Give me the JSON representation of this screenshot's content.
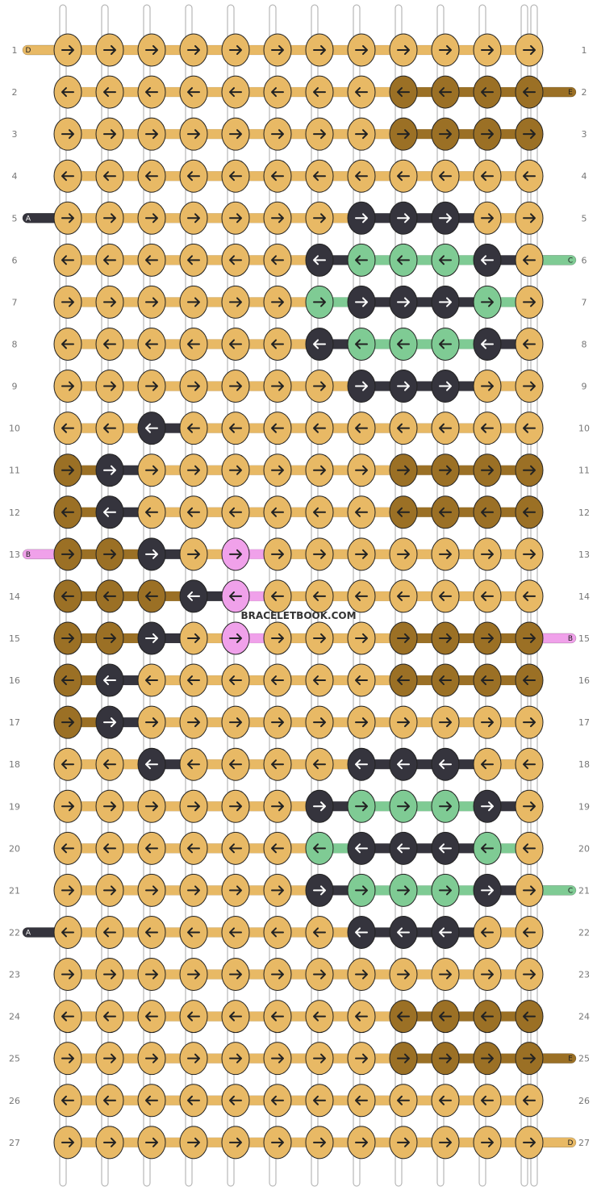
{
  "site": {
    "watermark": "BRACELETBOOK.COM"
  },
  "colors": {
    "bg": "#ffffff",
    "A": "#35343d",
    "B": "#f0a1ea",
    "C": "#7fcb94",
    "D": "#e8b965",
    "E": "#9b7025",
    "knot_stroke": "#222222",
    "arrow": "#222222",
    "string": "#ffffff",
    "string_stroke": "#aaaaaa",
    "label": "#777777"
  },
  "pattern": {
    "rows": 27,
    "knots_per_row": 12,
    "row_labels": [
      "1",
      "2",
      "3",
      "4",
      "5",
      "6",
      "7",
      "8",
      "9",
      "10",
      "11",
      "12",
      "13",
      "14",
      "15",
      "16",
      "17",
      "18",
      "19",
      "20",
      "21",
      "22",
      "23",
      "24",
      "25",
      "26",
      "27"
    ],
    "row_direction": [
      "R",
      "L",
      "R",
      "L",
      "R",
      "L",
      "R",
      "L",
      "R",
      "L",
      "R",
      "L",
      "R",
      "L",
      "R",
      "L",
      "R",
      "L",
      "R",
      "L",
      "R",
      "L",
      "R",
      "L",
      "R",
      "L",
      "R"
    ],
    "knot_colors": [
      "DDDDDDDDDDDD",
      "DDDDDDDDEEEE",
      "DDDDDDDDEEEE",
      "DDDDDDDDDDDD",
      "DDDDDDDAAADD",
      "DDDDDDACCCAD",
      "DDDDDDCAAACD",
      "DDDDDDACCCAD",
      "DDDDDDDAAADD",
      "DDADDDDDDDDD",
      "EADDDDDDEEEE",
      "EADDDDDDEEEE",
      "EEADBDDDDDDD",
      "EEEABDDDDDDD",
      "EEADBDDDEEEE",
      "EADDDDDDEEEE",
      "EADDDDDDDDDD",
      "DDADDDDAAADD",
      "DDDDDDACCCAD",
      "DDDDDDCAAACD",
      "DDDDDDACCCAD",
      "DDDDDDDAAADD",
      "DDDDDDDDDDDD",
      "DDDDDDDDEEEE",
      "DDDDDDDDEEEE",
      "DDDDDDDDDDDD",
      "DDDDDDDDDDDD"
    ],
    "left_threads": [
      {
        "row": 1,
        "letter": "D",
        "color": "D"
      },
      {
        "row": 5,
        "letter": "A",
        "color": "A"
      },
      {
        "row": 13,
        "letter": "B",
        "color": "B"
      },
      {
        "row": 22,
        "letter": "A",
        "color": "A"
      }
    ],
    "right_threads": [
      {
        "row": 2,
        "letter": "E",
        "color": "E"
      },
      {
        "row": 6,
        "letter": "C",
        "color": "C"
      },
      {
        "row": 15,
        "letter": "B",
        "color": "B"
      },
      {
        "row": 21,
        "letter": "C",
        "color": "C"
      },
      {
        "row": 25,
        "letter": "E",
        "color": "E"
      },
      {
        "row": 27,
        "letter": "D",
        "color": "D"
      }
    ]
  }
}
